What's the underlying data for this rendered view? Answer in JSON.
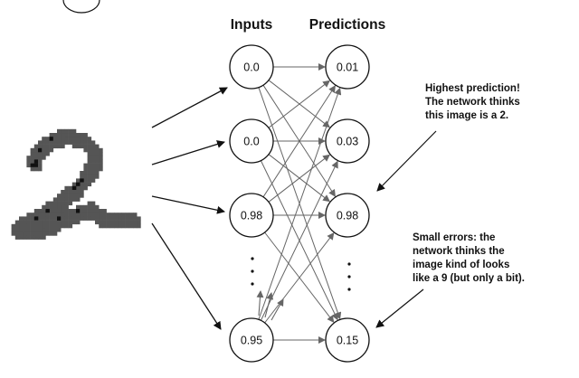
{
  "headers": {
    "inputs": "Inputs",
    "predictions": "Predictions"
  },
  "input_nodes": [
    "0.0",
    "0.0",
    "0.98",
    "0.95"
  ],
  "prediction_nodes": [
    "0.01",
    "0.03",
    "0.98",
    "0.15"
  ],
  "annotations": {
    "highest": [
      "Highest prediction!",
      "The network thinks",
      "this image is a 2."
    ],
    "errors": [
      "Small errors: the",
      "network thinks the",
      "image kind of looks",
      "like a 9 (but only a bit)."
    ]
  },
  "image": {
    "description_icon": "handwritten-digit-2-icon"
  },
  "colors": {
    "node_stroke": "#111111",
    "connection": "#666666",
    "arrow": "#111111",
    "digit": "#111111"
  }
}
